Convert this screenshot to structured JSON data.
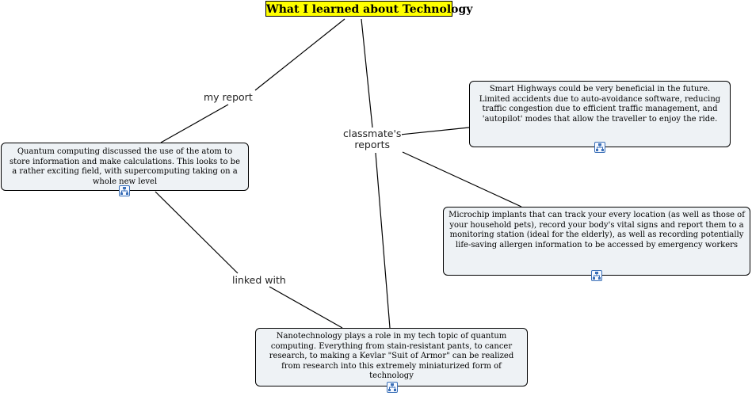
{
  "title": "What I learned about Technology",
  "link_labels": {
    "my_report": "my report",
    "classmates_line1": "classmate's",
    "classmates_line2": "reports",
    "linked_with": "linked with"
  },
  "nodes": {
    "quantum": "Quantum computing discussed the use of the atom to store information and make calculations. This looks to be a rather exciting field, with supercomputing taking on a whole new level",
    "smart_highways": "Smart Highways could be very beneficial in the future. Limited accidents due to auto-avoidance software, reducing traffic congestion due to efficient traffic management, and 'autopilot' modes that allow the traveller to enjoy the ride.",
    "microchip": "Microchip implants that can track your every location (as well as those of your household pets), record your body's vital signs and report them to a monitoring station (ideal for the elderly), as well as recording potentially life-saving allergen information to be accessed by emergency workers",
    "nanotech": "Nanotechnology plays a role in my tech topic of quantum computing. Everything from stain-resistant pants, to cancer research, to making a Kevlar \"Suit of Armor\" can be realized from research into this extremely miniaturized form of technology"
  },
  "icons": {
    "node_icon": "concept-map-icon"
  },
  "colors": {
    "root_fill": "#ffff00",
    "node_fill": "#eef2f5",
    "icon_stroke": "#3a6fb7"
  }
}
